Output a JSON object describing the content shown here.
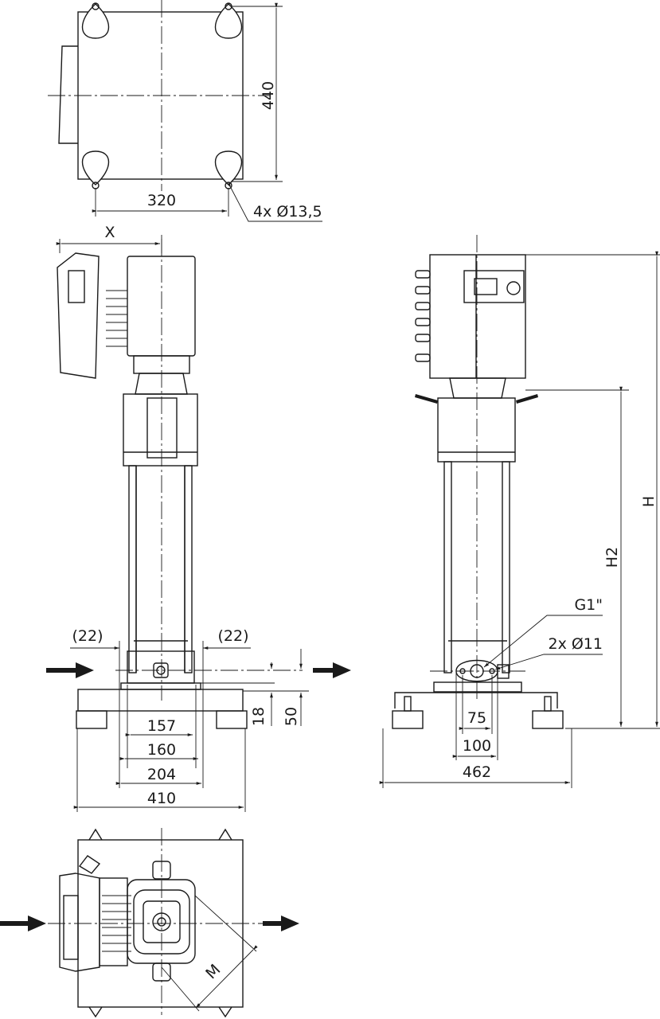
{
  "drawing": {
    "top_view": {
      "dim_width": "320",
      "dim_depth": "440",
      "holes": "4x Ø13,5"
    },
    "front_view": {
      "dim_x": "X",
      "dim_left_offset": "(22)",
      "dim_right_offset": "(22)",
      "dim_157": "157",
      "dim_160": "160",
      "dim_204": "204",
      "dim_410": "410",
      "dim_18": "18",
      "dim_50": "50"
    },
    "side_view": {
      "connection": "G1\"",
      "flange_holes": "2x Ø11",
      "dim_75": "75",
      "dim_100": "100",
      "dim_462": "462",
      "dim_h": "H",
      "dim_h2": "H2"
    },
    "bottom_view": {
      "dim_m": "M"
    }
  }
}
